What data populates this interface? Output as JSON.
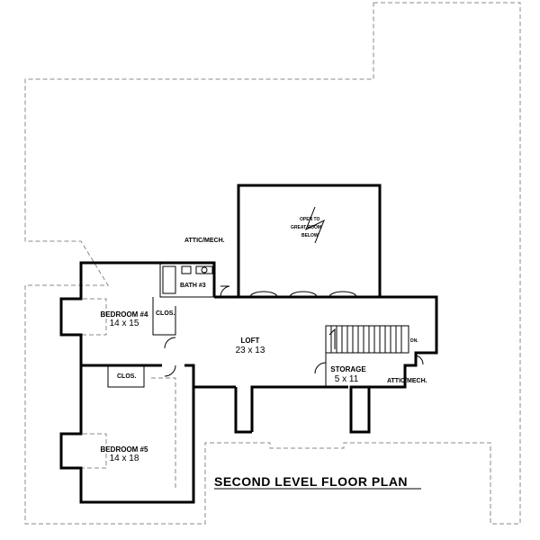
{
  "title": "SECOND LEVEL FLOOR PLAN",
  "rooms": {
    "bedroom4": {
      "name": "BEDROOM #4",
      "size": "14 x 15"
    },
    "bedroom5": {
      "name": "BEDROOM #5",
      "size": "14 x 18"
    },
    "loft": {
      "name": "LOFT",
      "size": "23 x 13"
    },
    "storage": {
      "name": "STORAGE",
      "size": "5 x 11"
    },
    "bath3": {
      "name": "BATH #3"
    },
    "clos1": {
      "name": "CLOS."
    },
    "clos2": {
      "name": "CLOS."
    }
  },
  "labels": {
    "attic_left": "ATTIC/MECH.",
    "attic_right": "ATTIC/MECH.",
    "open_to_1": "OPEN TO",
    "open_to_2": "GREAT ROOM",
    "open_to_3": "BELOW",
    "dn": "DN."
  }
}
